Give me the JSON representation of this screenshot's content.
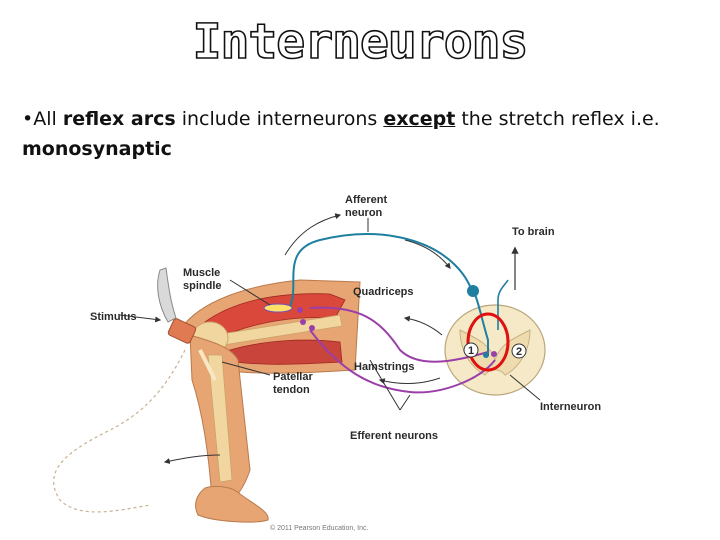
{
  "slide": {
    "title": "Interneurons",
    "bullet": {
      "marker": "•",
      "part1": "All ",
      "reflex_arcs": "reflex arcs",
      "part2": " include interneurons ",
      "except": "except",
      "part3": " the stretch reflex i.e. ",
      "monosynaptic": "monosynaptic"
    }
  },
  "diagram": {
    "labels": {
      "afferent_neuron_line1": "Afferent",
      "afferent_neuron_line2": "neuron",
      "to_brain": "To brain",
      "muscle_spindle_line1": "Muscle",
      "muscle_spindle_line2": "spindle",
      "stimulus": "Stimulus",
      "quadriceps": "Quadriceps",
      "hamstrings": "Hamstrings",
      "patellar_tendon_line1": "Patellar",
      "patellar_tendon_line2": "tendon",
      "interneuron": "Interneuron",
      "efferent_neurons": "Efferent neurons",
      "marker_1": "1",
      "marker_2": "2",
      "copyright": "© 2011 Pearson Education, Inc."
    },
    "colors": {
      "afferent": "#1f7fa0",
      "efferent": "#9b3fa8",
      "highlight": "#e01010",
      "skin": "#e8a574",
      "muscle": "#d9483b",
      "bone": "#f2d6a0",
      "spinal_cord": "#f6e9c8"
    }
  }
}
